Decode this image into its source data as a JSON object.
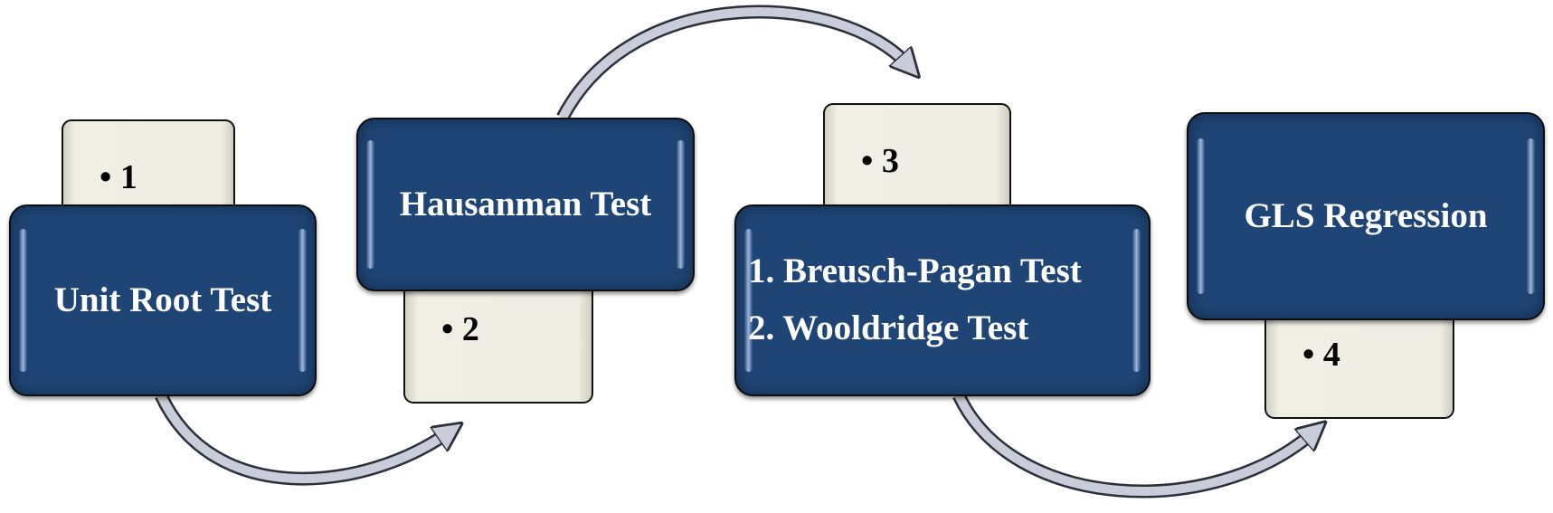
{
  "diagram": {
    "steps": [
      {
        "tab_label": "1",
        "box_title": "Unit Root Test"
      },
      {
        "tab_label": "2",
        "box_title": "Hausanman Test"
      },
      {
        "tab_label": "3",
        "box_lines": [
          "1. Breusch-Pagan Test",
          "2. Wooldridge Test"
        ]
      },
      {
        "tab_label": "4",
        "box_title": "GLS Regression"
      }
    ],
    "colors": {
      "box_fill": "#1f4576",
      "tab_fill": "#efede4",
      "arrow_fill": "#c9cdd9",
      "arrow_outline": "#2b2f3a"
    }
  }
}
